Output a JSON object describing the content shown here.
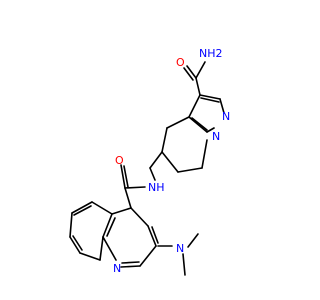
{
  "molecule": {
    "colors": {
      "bond": "#000000",
      "oxygen": "#ff0000",
      "nitrogen": "#0000ff"
    },
    "labels": {
      "amide_nh2": "NH2",
      "amide_o_top": "O",
      "pyrazole_n1": "N",
      "pyrazole_n2": "N",
      "linker_nh": "NH",
      "amide_o_bottom": "O",
      "quinoline_n": "N",
      "dimethylamino_n": "N"
    }
  }
}
